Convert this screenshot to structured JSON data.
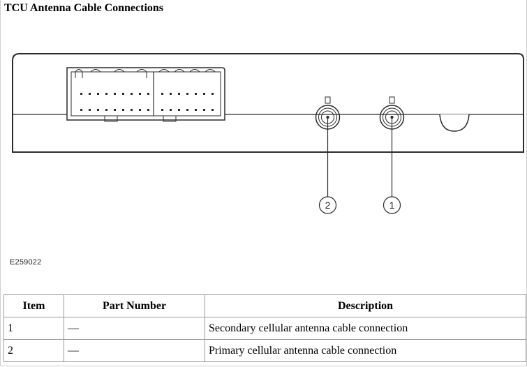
{
  "title": "TCU Antenna Cable Connections",
  "figure": {
    "id_label": "E259022",
    "callouts": [
      "2",
      "1"
    ]
  },
  "table": {
    "headers": [
      "Item",
      "Part Number",
      "Description"
    ],
    "rows": [
      [
        "1",
        "—",
        "Secondary cellular antenna cable connection"
      ],
      [
        "2",
        "—",
        "Primary cellular antenna cable connection"
      ]
    ]
  },
  "colors": {
    "line": "#2b2b2b",
    "table_border": "#9a9a9a"
  }
}
